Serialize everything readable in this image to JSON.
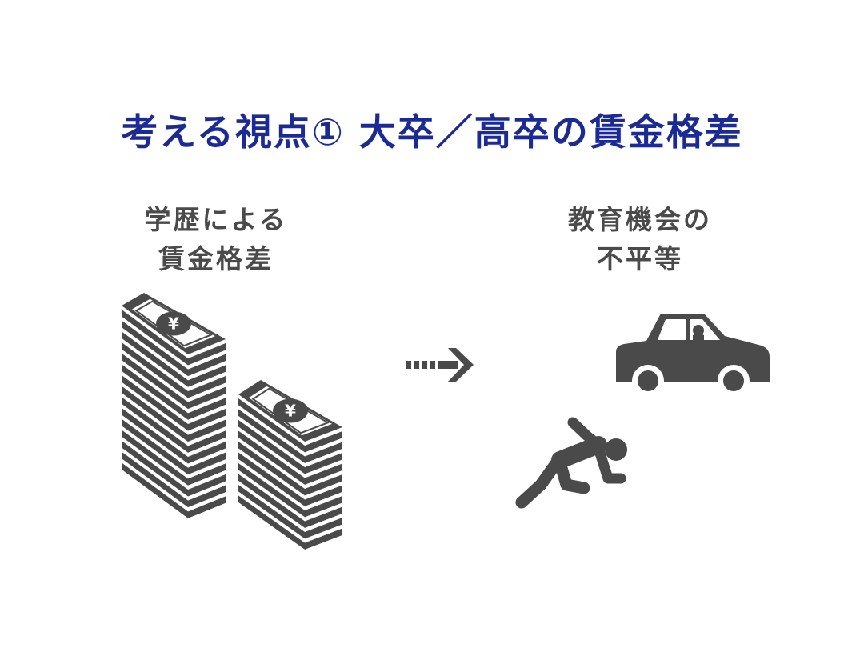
{
  "slide": {
    "title": "考える視点① 大卒／高卒の賃金格差",
    "left_caption": [
      "学歴による",
      "賃金格差"
    ],
    "right_caption": [
      "教育機会の",
      "不平等"
    ],
    "currency_symbol": "¥"
  },
  "icons": {
    "left": "stacked-yen-banknotes-icon",
    "arrow": "dashed-right-arrow-icon",
    "car": "car-with-driver-icon",
    "runner": "runner-icon"
  },
  "colors": {
    "title": "#1c2a95",
    "icon": "#4a4a4a",
    "background": "#ffffff"
  }
}
